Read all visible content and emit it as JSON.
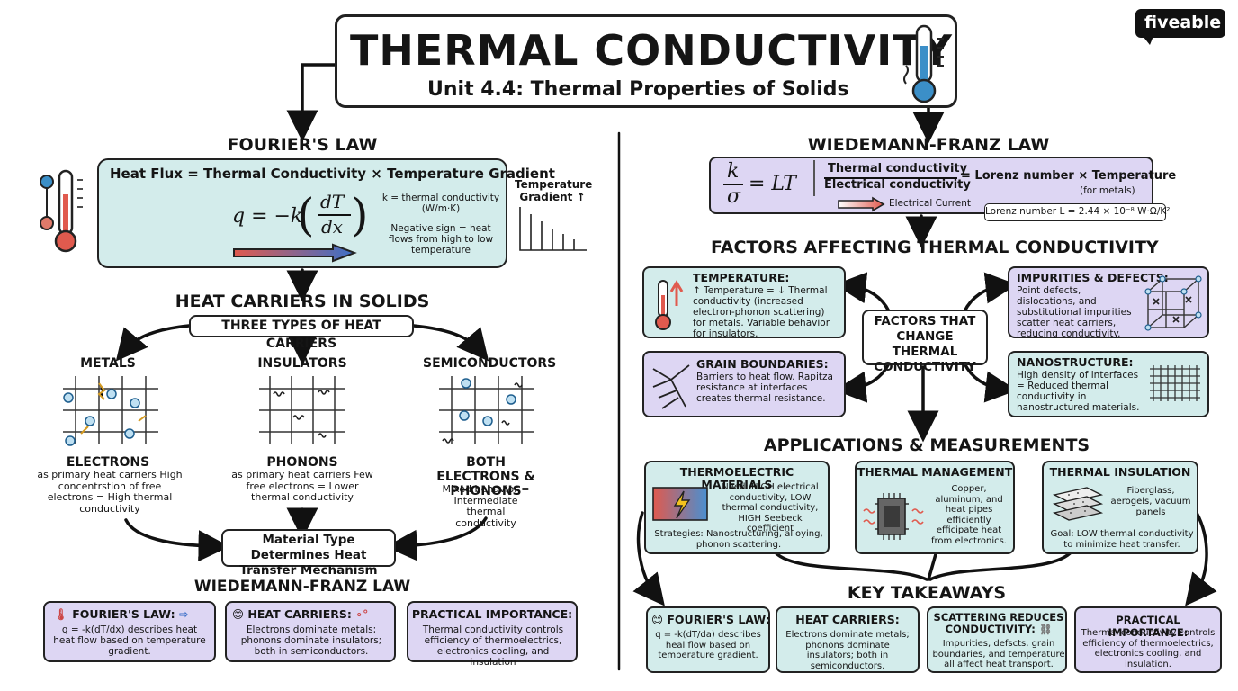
{
  "header": {
    "title": "THERMAL CONDUCTIVITY",
    "subtitle": "Unit 4.4: Thermal Properties of Solids",
    "logo": "fiveable"
  },
  "fourier": {
    "heading": "FOURIER'S LAW",
    "statement": "Heat Flux = Thermal Conductivity × Temperature Gradient",
    "eq_lhs": "q = −k",
    "eq_num": "dT",
    "eq_den": "dx",
    "note_k": "k = thermal conductivity (W/m·K)",
    "note_sign": "Negative sign = heat flows from high to low temperature",
    "gradient_label": "Temperature Gradient ↑"
  },
  "carriers": {
    "heading": "HEAT CARRIERS IN SOLIDS",
    "subheading": "THREE TYPES OF HEAT CARRIERS",
    "metals": {
      "title": "METALS",
      "carrier": "ELECTRONS",
      "desc": "as primary heat carriers High concentrstion of free electrons = High thermal conductivity"
    },
    "insulators": {
      "title": "INSULATORS",
      "carrier": "PHONONS",
      "desc": "as primary heat carriers Few free electrons = Lower thermal conductivity"
    },
    "semis": {
      "title": "SEMICONDUCTORS",
      "carrier": "BOTH ELECTRONS & PHONONS",
      "desc": "Mixed behavior = Intermediate thermal conductivity"
    },
    "conclusion": "Material Type Determines Heat Transfer Mechanism"
  },
  "left_bottom": {
    "heading": "WIEDEMANN-FRANZ LAW",
    "card1": {
      "title": "FOURIER'S LAW:",
      "text": "q = -k(dT/dx) describes heat heat flow based on temperature gradient."
    },
    "card2": {
      "title": "HEAT CARRIERS:",
      "text": "Electrons dominate metals; phonons dominate insulators; both in semiconductors."
    },
    "card3": {
      "title": "PRACTICAL IMPORTANCE:",
      "text": "Thermal conductivity controls efficiency of thermoelectrics, electronics cooling, and insulation"
    }
  },
  "wf": {
    "heading": "WIEDEMANN-FRANZ LAW",
    "eq_frac_num": "k",
    "eq_frac_den": "σ",
    "eq_rhs": "= LT",
    "ratio_num": "Thermal conductivity",
    "ratio_den": "Electrical conductivity",
    "ratio_rhs": "= Lorenz number × Temperature",
    "for_metals": "(for metals)",
    "current_label": "Electrical Current",
    "lorenz": "Lorenz number L = 2.44 × 10⁻⁸ W·Ω/K²"
  },
  "factors": {
    "heading": "FACTORS AFFECTING THERMAL CONDUCTIVITY",
    "center": "FACTORS THAT CHANGE THERMAL CONDUCTIVITY",
    "temperature": {
      "title": "TEMPERATURE:",
      "text": "↑ Temperature = ↓ Thermal conductivity (increased electron-phonon scattering) for metals. Variable behavior for insulators."
    },
    "impurities": {
      "title": "IMPURITIES & DEFECTS:",
      "text": "Point defects, dislocations, and substitutional impurities scatter heat carriers, reducing conductivity."
    },
    "grain": {
      "title": "GRAIN BOUNDARIES:",
      "text": "Barriers to heat flow. Rapitza resistance at interfaces creates thermal resistance."
    },
    "nano": {
      "title": "NANOSTRUCTURE:",
      "text": "High density of interfaces = Reduced thermal conductivity in nanostructured materials."
    }
  },
  "apps": {
    "heading": "APPLICATIONS & MEASUREMENTS",
    "thermo": {
      "title": "THERMOELECTRIC MATERIALS",
      "need": "Need: HIGH electrical conductivity, LOW thermal conductivity, HIGH Seebeck coefficient",
      "strat": "Strategies: Nanostructuring, alloying, phonon scattering."
    },
    "mgmt": {
      "title": "THERMAL MANAGEMENT",
      "text": "Copper, aluminum, and heat pipes efficiently efficipate heat from electronics."
    },
    "insul": {
      "title": "THERMAL INSULATION",
      "text": "Fiberglass, aerogels, vacuum panels",
      "goal": "Goal: LOW thermal conductivity to minimize heat transfer."
    }
  },
  "takeaways": {
    "heading": "KEY TAKEAWAYS",
    "t1": {
      "title": "FOURIER'S LAW:",
      "text": "q = -k(dT/da) describes heal flow based on temperature gradient."
    },
    "t2": {
      "title": "HEAT CARRIERS:",
      "text": "Electrons dominate metals; phonons dominate insulators; both in semiconductors."
    },
    "t3": {
      "title": "SCATTERING REDUCES CONDUCTIVITY:",
      "text": "Impurities, defscts, grain boundaries, and temperature all affect heat transport."
    },
    "t4": {
      "title": "PRACTICAL IMPORTANCE:",
      "text": "Thermal conductivity controls efficiency of thermoelectrics, electronics cooling, and insulation."
    }
  }
}
